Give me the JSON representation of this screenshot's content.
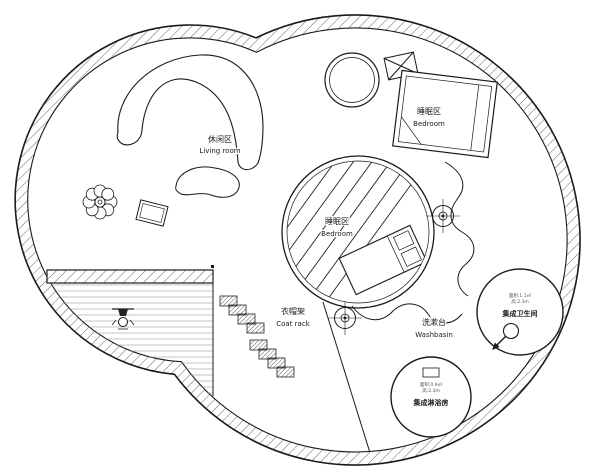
{
  "plan": {
    "living_room": {
      "label_zh": "休闲区",
      "label_en": "Living room"
    },
    "bedroom_upper": {
      "label_zh": "睡眠区",
      "label_en": "Bedroom"
    },
    "bedroom_center": {
      "label_zh": "睡眠区",
      "label_en": "Bedroom"
    },
    "coat_rack": {
      "label_zh": "衣帽架",
      "label_en": "Coat rack"
    },
    "washbasin": {
      "label_zh": "洗漱台",
      "label_en": "Washbasin"
    },
    "bathroom_pod": {
      "name": "集成卫生间",
      "spec1": "面积:1.1㎡",
      "spec2": "高:2.3m"
    },
    "shower_pod": {
      "name": "集成淋浴房",
      "spec1": "面积:0.9㎡",
      "spec2": "高:2.3m"
    },
    "colors": {
      "line": "#1a1a1a",
      "background": "#ffffff",
      "wall_hatch": "#666666",
      "deck_lines": "#aaaaaa"
    }
  }
}
